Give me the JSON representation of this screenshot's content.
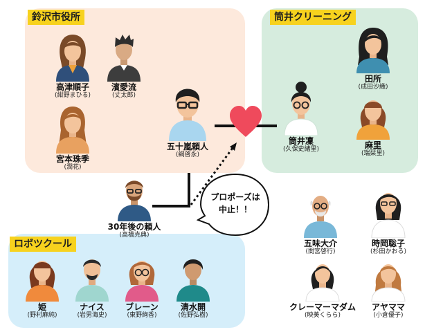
{
  "groups": {
    "city_hall": "鈴沢市役所",
    "cleaning": "筒井クリーニング",
    "robot_club": "ロボツクール"
  },
  "people": {
    "takatsu": {
      "name": "高津順子",
      "actor": "(紺野まひる)"
    },
    "hama": {
      "name": "濱愛流",
      "actor": "(丈太郎)"
    },
    "miyamoto": {
      "name": "宮本珠季",
      "actor": "(潤花)"
    },
    "igarashi": {
      "name": "五十嵐頼人",
      "actor": "(綱啓永)"
    },
    "future": {
      "name": "30年後の頼人",
      "actor": "(高橋克典)"
    },
    "tsutsui": {
      "name": "筒井凜",
      "actor": "(久保史緒里)"
    },
    "tadokoro": {
      "name": "田所",
      "actor": "(成田沙織)"
    },
    "mari": {
      "name": "麻里",
      "actor": "(瑞栞里)"
    },
    "gomi": {
      "name": "五味大介",
      "actor": "(間宮啓行)"
    },
    "tokioka": {
      "name": "時岡聡子",
      "actor": "(杉田かおる)"
    },
    "claimer": {
      "name": "クレーマーマダム",
      "actor": "(映美くらら)"
    },
    "ayamama": {
      "name": "アヤママ",
      "actor": "(小倉優子)"
    },
    "hime": {
      "name": "姫",
      "actor": "(野村麻純)"
    },
    "nice": {
      "name": "ナイス",
      "actor": "(岩男海史)"
    },
    "brain": {
      "name": "ブレーン",
      "actor": "(東野絢香)"
    },
    "shimizu": {
      "name": "清水開",
      "actor": "(佐野弘樹)"
    }
  },
  "speech_bubble": {
    "line1": "プロポーズは",
    "line2": "中止！！"
  },
  "colors": {
    "city_hall_bg": "#fde9dc",
    "cleaning_bg": "#d6ecde",
    "robot_bg": "#d5eefa",
    "label_yellow": "#f7d21e",
    "heart": "#ef4a5c"
  }
}
